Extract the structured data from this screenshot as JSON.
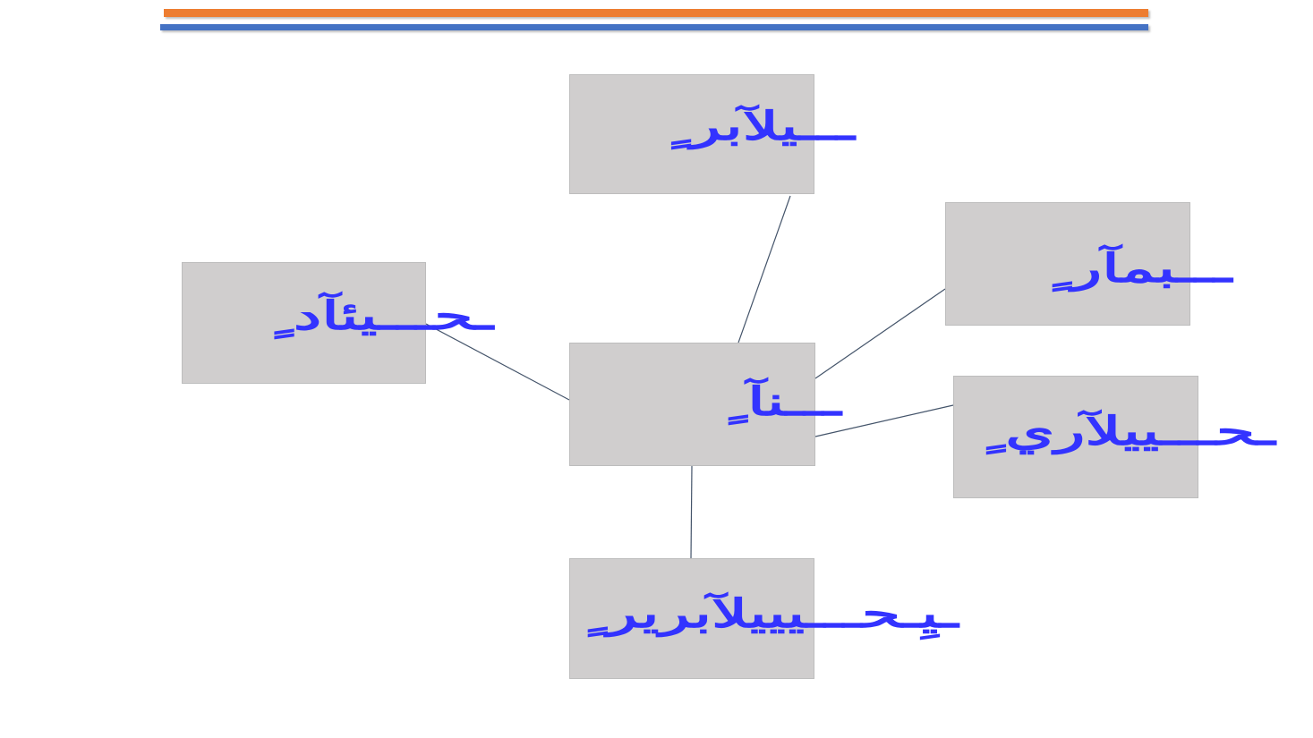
{
  "colors": {
    "orange_rule": "#ed7d31",
    "blue_rule": "#4472c4",
    "node_fill": "#d0cece",
    "label_text": "#3333ff",
    "connector": "#44546a"
  },
  "nodes": {
    "center": {
      "label": "ـــنآ ٍ"
    },
    "top": {
      "label": "ـــيلآبر ٍ"
    },
    "left": {
      "label": "ـحـــيئآد ٍ"
    },
    "right1": {
      "label": "ـــبمآر ٍ"
    },
    "right2": {
      "label": "ـحـــييلآري ٍ"
    },
    "bottom": {
      "label": "ـيِـحـــيييلآبرير ٍ"
    }
  }
}
